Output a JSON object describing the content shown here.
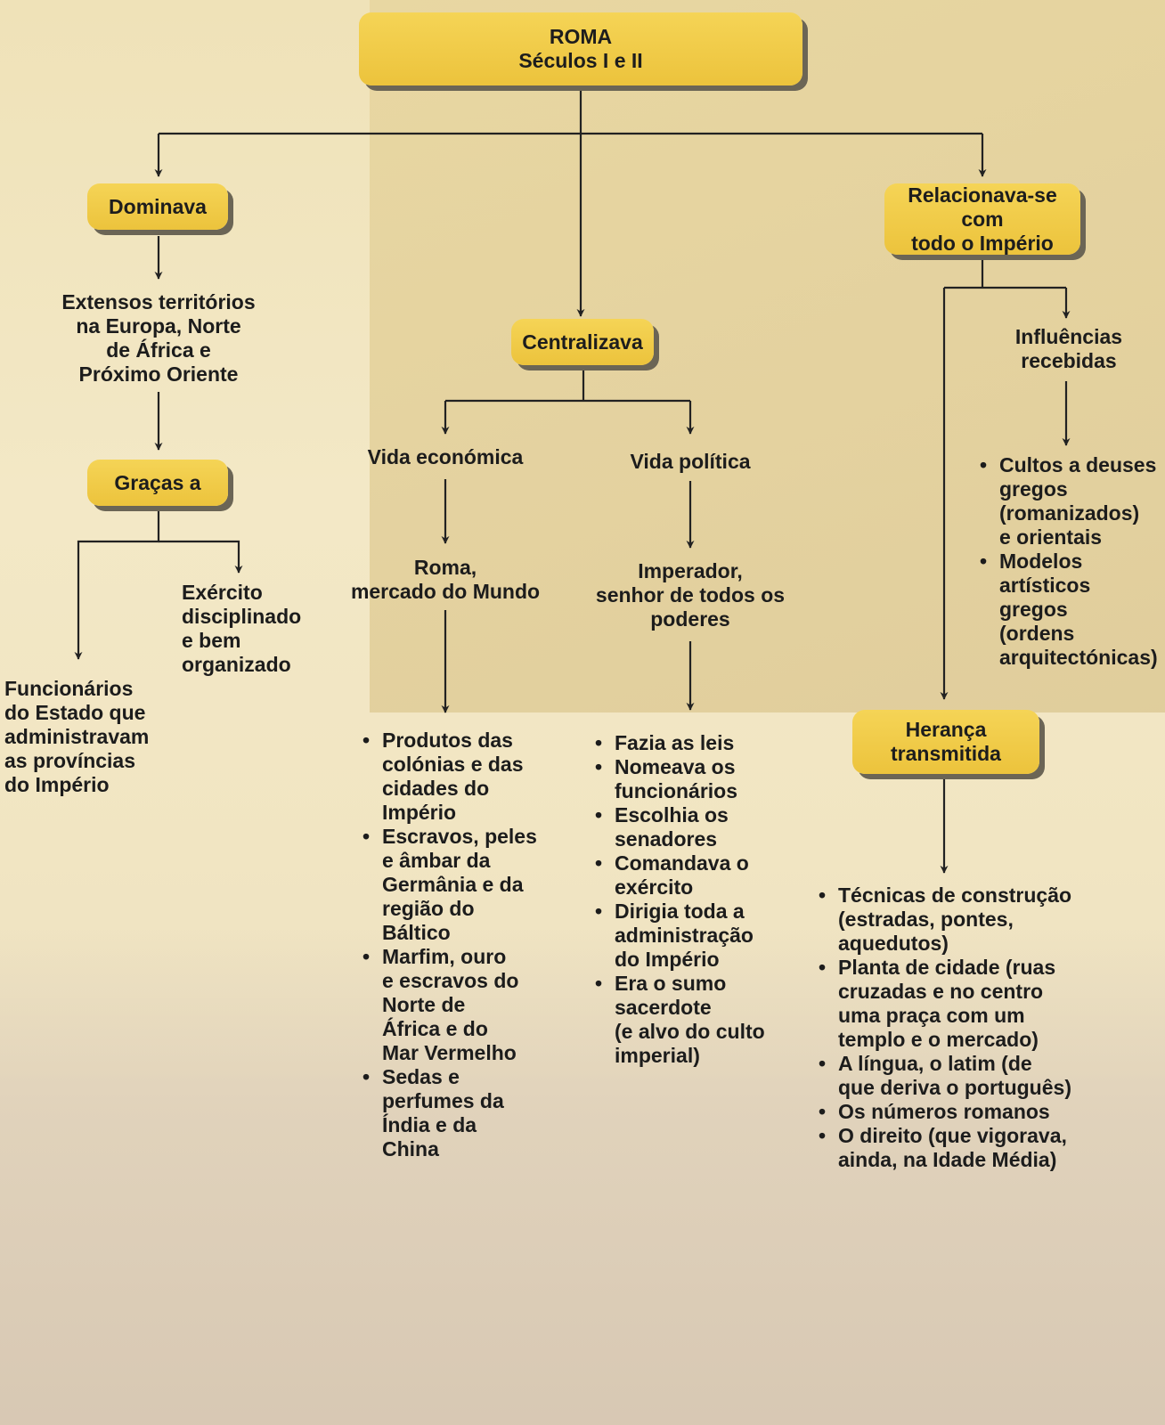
{
  "root": {
    "line1": "ROMA",
    "line2": "Séculos I e II"
  },
  "dominava": {
    "label": "Dominava",
    "territorios": [
      "Extensos territórios",
      "na Europa, Norte",
      "de África e",
      "Próximo Oriente"
    ],
    "gracas_label": "Graças a",
    "funcionarios": [
      "Funcionários",
      "do Estado que",
      "administravam",
      "as províncias",
      "do Império"
    ],
    "exercito": [
      "Exército",
      "disciplinado",
      "e bem",
      "organizado"
    ]
  },
  "centralizava": {
    "label": "Centralizava",
    "economica": {
      "title": "Vida económica",
      "node": [
        "Roma,",
        "mercado do Mundo"
      ],
      "items": [
        [
          "Produtos das",
          "colónias e das",
          "cidades do",
          "Império"
        ],
        [
          "Escravos, peles",
          "e âmbar da",
          "Germânia e da",
          "região do",
          "Báltico"
        ],
        [
          "Marfim, ouro",
          "e escravos do",
          "Norte de",
          "África e do",
          "Mar Vermelho"
        ],
        [
          "Sedas e",
          "perfumes da",
          "Índia e da",
          "China"
        ]
      ]
    },
    "politica": {
      "title": "Vida política",
      "node": [
        "Imperador,",
        "senhor de todos os",
        "poderes"
      ],
      "items": [
        [
          "Fazia as leis"
        ],
        [
          "Nomeava os",
          "funcionários"
        ],
        [
          "Escolhia os",
          "senadores"
        ],
        [
          "Comandava o",
          "exército"
        ],
        [
          "Dirigia toda a",
          "administração",
          "do Império"
        ],
        [
          "Era o sumo",
          "sacerdote",
          "(e alvo do culto",
          "imperial)"
        ]
      ]
    }
  },
  "relacionava": {
    "label_line1": "Relacionava-se com",
    "label_line2": "todo o Império",
    "influencias": {
      "title": [
        "Influências",
        "recebidas"
      ],
      "items": [
        [
          "Cultos a deuses",
          "gregos",
          "(romanizados)",
          "e orientais"
        ],
        [
          "Modelos",
          "artísticos gregos",
          "(ordens",
          "arquitectónicas)"
        ]
      ]
    },
    "heranca": {
      "label_line1": "Herança",
      "label_line2": "transmitida",
      "items": [
        [
          "Técnicas de construção",
          "(estradas, pontes,",
          "aquedutos)"
        ],
        [
          "Planta de cidade (ruas",
          "cruzadas e no centro",
          "uma praça com um",
          "templo e o mercado)"
        ],
        [
          "A língua, o latim (de",
          "que deriva o português)"
        ],
        [
          "Os números romanos"
        ],
        [
          "O direito (que vigorava,",
          "ainda, na Idade Média)"
        ]
      ]
    }
  }
}
